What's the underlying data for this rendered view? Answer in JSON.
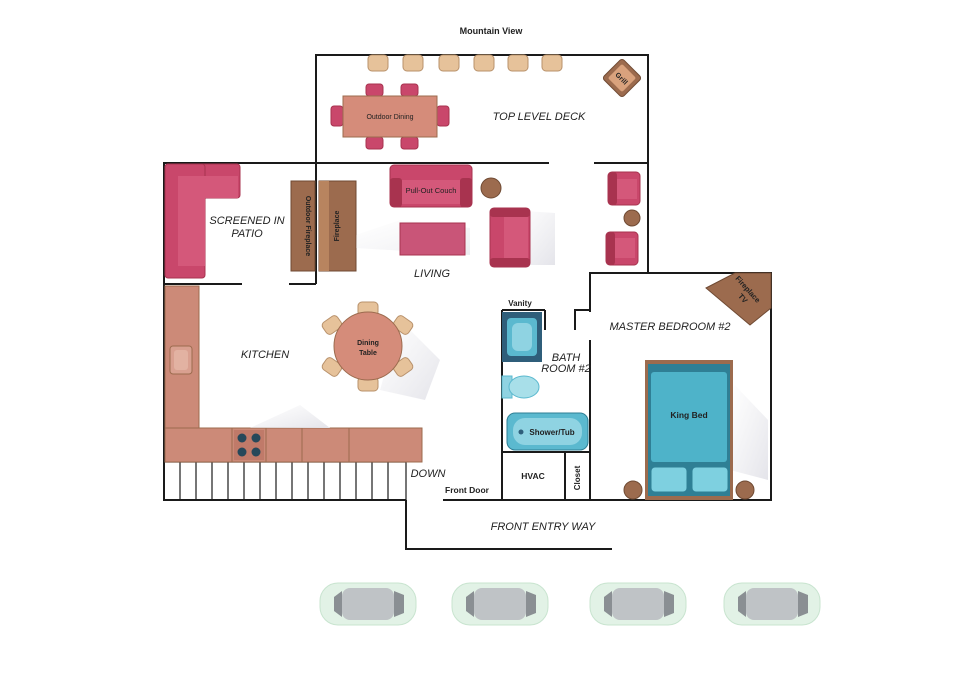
{
  "labels": {
    "mountain_view": "Mountain View",
    "top_deck": "TOP LEVEL DECK",
    "outdoor_dining": "Outdoor Dining",
    "grill": "Grill",
    "screened_patio_1": "SCREENED IN",
    "screened_patio_2": "PATIO",
    "outdoor_fireplace": "Outdoor Fireplace",
    "fireplace": "Fireplace",
    "pullout_couch": "Pull-Out Couch",
    "living": "LIVING",
    "kitchen": "KITCHEN",
    "dining_table_1": "Dining",
    "dining_table_2": "Table",
    "vanity": "Vanity",
    "bath_1": "BATH",
    "bath_2": "ROOM #2",
    "shower_tub": "Shower/Tub",
    "master_bedroom": "MASTER BEDROOM #2",
    "fireplace_tv_1": "Fireplace",
    "fireplace_tv_2": "TV",
    "king_bed": "King Bed",
    "hvac": "HVAC",
    "closet": "Closet",
    "down": "DOWN",
    "front_door": "Front Door",
    "front_entry": "FRONT ENTRY WAY"
  },
  "colors": {
    "couch": "#c9476b",
    "couch_dark": "#a8334f",
    "wood": "#9c6b4e",
    "table": "#d58c7a",
    "counter": "#cc8a78",
    "chair_stool": "#e6c29a",
    "bath": "#5bb9cf",
    "bed": "#4eb3c9",
    "car": "#e2f2e6",
    "wall": "#1a1a1a"
  },
  "icons": [
    "car-icon",
    "stove-icon",
    "sink-icon",
    "toilet-icon",
    "bed-icon",
    "armchair-icon",
    "sofa-icon"
  ]
}
